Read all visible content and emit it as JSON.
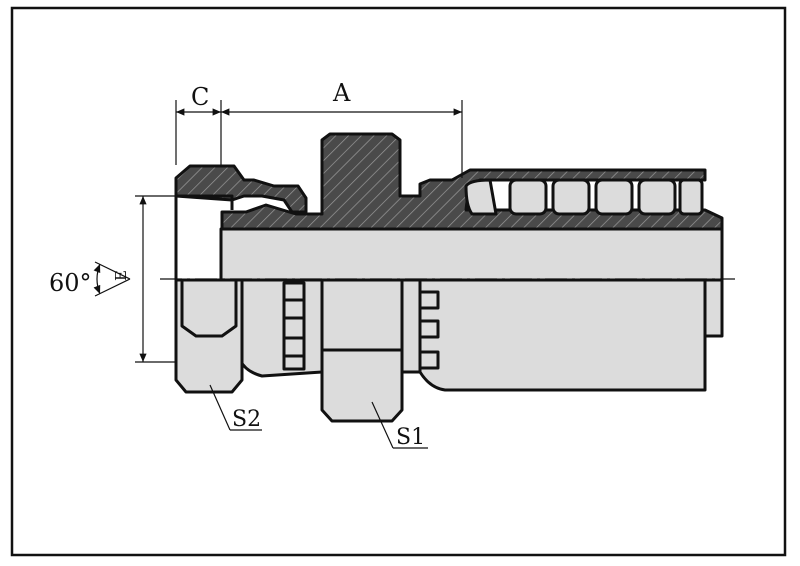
{
  "labels": {
    "dim_c": "C",
    "dim_a": "A",
    "angle": "60°",
    "dim_e": "E",
    "wrench_s2": "S2",
    "wrench_s1": "S1"
  },
  "colors": {
    "section_hatch": "#4a4a4a",
    "body": "#dcdcdc",
    "outline": "#111111"
  }
}
